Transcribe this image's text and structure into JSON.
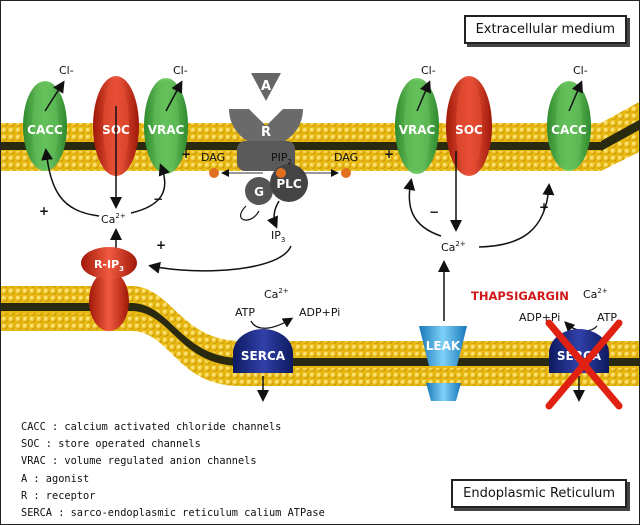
{
  "labels": {
    "extracellular": "Extracellular medium",
    "er": "Endoplasmic Reticulum",
    "thapsigargin": "THAPSIGARGIN"
  },
  "channels": {
    "cacc": "CACC",
    "soc": "SOC",
    "vrac": "VRAC",
    "plc": "PLC",
    "g": "G",
    "r": "R",
    "a": "A",
    "rip3": "R-IP",
    "rip3_sub": "3",
    "serca": "SERCA",
    "leak": "LEAK"
  },
  "molecules": {
    "cl": "Cl-",
    "ca": "Ca",
    "ca_sup": "2+",
    "dag": "DAG",
    "pip": "PIP",
    "pip_sub": "2",
    "ip": "IP",
    "ip_sub": "3",
    "atp": "ATP",
    "adp": "ADP+Pi"
  },
  "signs": {
    "plus": "+",
    "minus": "−"
  },
  "legend": [
    "CACC : calcium activated chloride channels",
    "SOC : store operated channels",
    "VRAC : volume regulated anion channels",
    "A : agonist",
    "R : receptor",
    "SERCA : sarco-endoplasmic reticulum calium ATPase"
  ],
  "colors": {
    "lipid": "#f0c020",
    "green_channel": "#48b848",
    "red_channel": "#d83020",
    "receptor": "#707070",
    "serca": "#1a2a80",
    "leak": "#40a8e0",
    "inhibit_cross": "#e02010",
    "thapsigargin_text": "#d01818"
  }
}
